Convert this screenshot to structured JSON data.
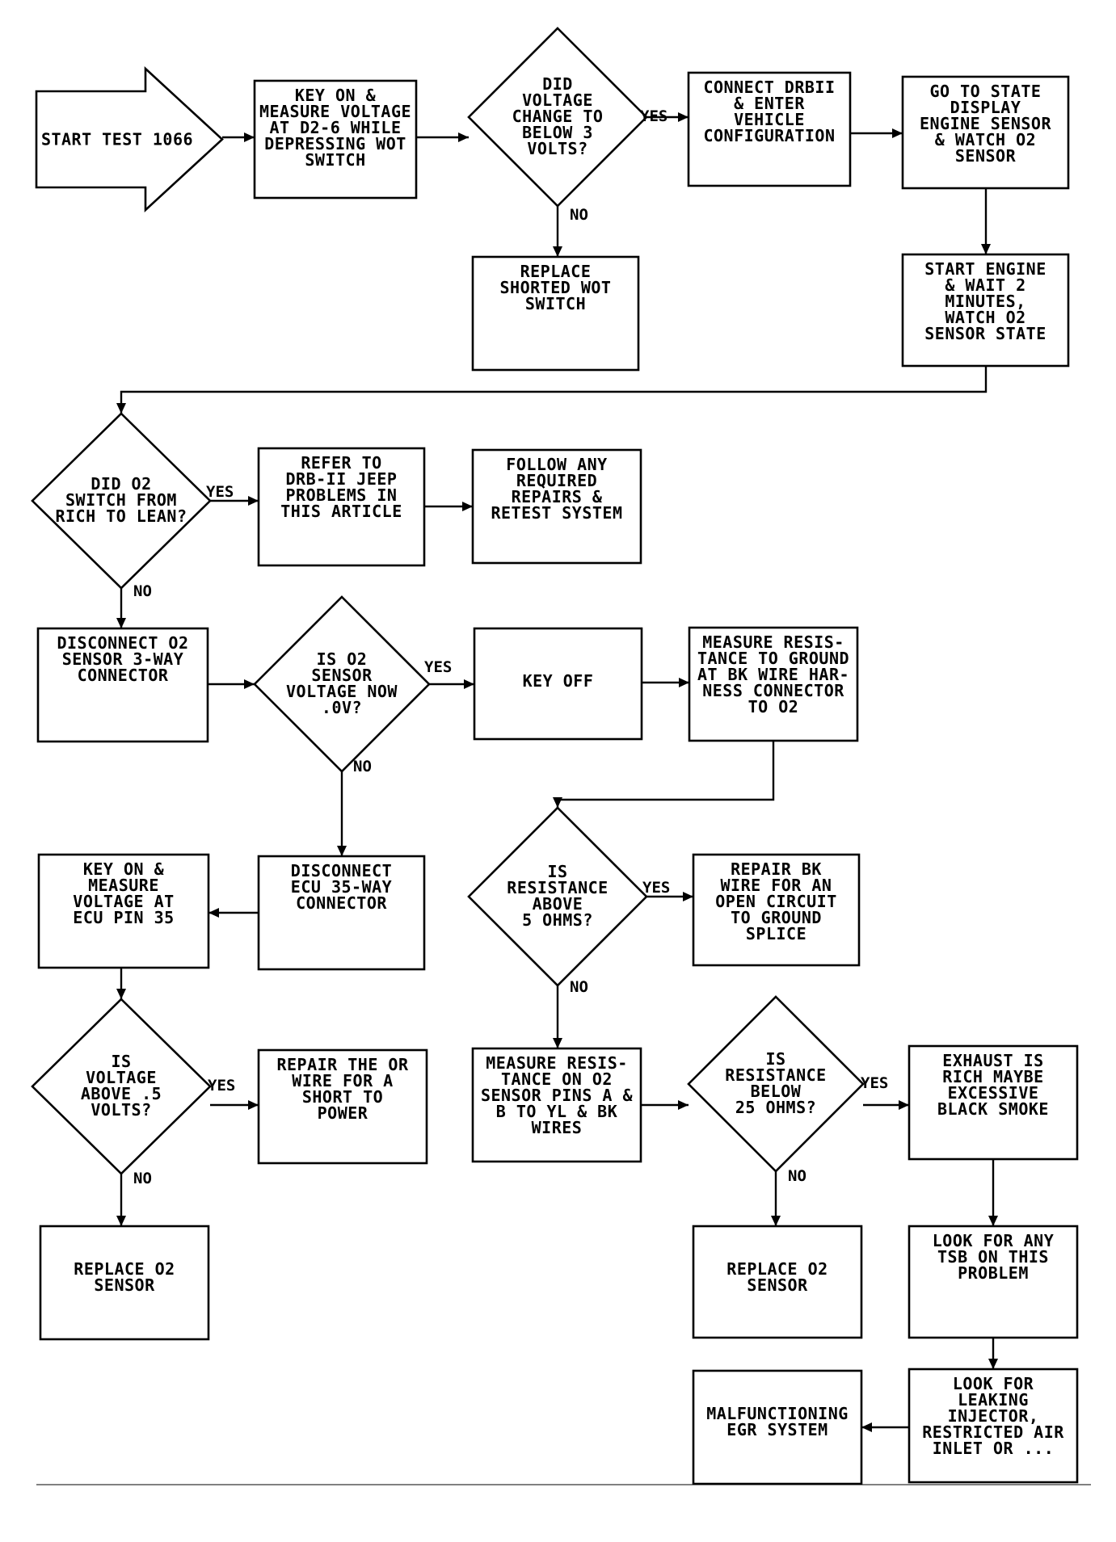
{
  "nodes": {
    "start": [
      "START TEST 1066"
    ],
    "key_on_measure": [
      "KEY ON &",
      "MEASURE VOLTAGE",
      "AT D2-6 WHILE",
      "DEPRESSING WOT",
      "SWITCH"
    ],
    "did_voltage_change": [
      "DID",
      "VOLTAGE",
      "CHANGE TO",
      "BELOW 3",
      "VOLTS?"
    ],
    "connect_drbii": [
      "CONNECT DRBII",
      "& ENTER",
      "VEHICLE",
      "CONFIGURATION"
    ],
    "go_to_state": [
      "GO TO STATE",
      "DISPLAY",
      "ENGINE SENSOR",
      "& WATCH O2",
      "SENSOR"
    ],
    "replace_wot": [
      "REPLACE",
      "SHORTED WOT",
      "SWITCH"
    ],
    "start_engine": [
      "START ENGINE",
      "& WAIT 2",
      "MINUTES,",
      "WATCH O2",
      "SENSOR STATE"
    ],
    "did_o2_switch": [
      "DID O2",
      "SWITCH FROM",
      "RICH TO LEAN?"
    ],
    "refer_drb": [
      "REFER TO",
      "DRB-II JEEP",
      "PROBLEMS IN",
      "THIS ARTICLE"
    ],
    "follow_repairs": [
      "FOLLOW ANY",
      "REQUIRED",
      "REPAIRS &",
      "RETEST SYSTEM"
    ],
    "disconnect_o2": [
      "DISCONNECT O2",
      "SENSOR 3-WAY",
      "CONNECTOR"
    ],
    "is_o2_voltage": [
      "IS O2",
      "SENSOR",
      "VOLTAGE NOW",
      ".0V?"
    ],
    "key_off": [
      "KEY OFF"
    ],
    "measure_res_ground": [
      "MEASURE RESIS-",
      "TANCE TO GROUND",
      "AT BK WIRE HAR-",
      "NESS CONNECTOR",
      "TO O2"
    ],
    "key_on_ecu": [
      "KEY ON &",
      "MEASURE",
      "VOLTAGE AT",
      "ECU PIN 35"
    ],
    "disconnect_ecu": [
      "DISCONNECT",
      "ECU 35-WAY",
      "CONNECTOR"
    ],
    "is_res_above5": [
      "IS",
      "RESISTANCE",
      "ABOVE",
      "5 OHMS?"
    ],
    "repair_bk": [
      "REPAIR BK",
      "WIRE FOR AN",
      "OPEN CIRCUIT",
      "TO GROUND",
      "SPLICE"
    ],
    "is_voltage_above": [
      "IS",
      "VOLTAGE",
      "ABOVE .5",
      "VOLTS?"
    ],
    "repair_or": [
      "REPAIR THE OR",
      "WIRE FOR A",
      "SHORT TO",
      "POWER"
    ],
    "measure_res_o2": [
      "MEASURE RESIS-",
      "TANCE ON O2",
      "SENSOR PINS A &",
      "B TO YL & BK",
      "WIRES"
    ],
    "is_res_below25": [
      "IS",
      "RESISTANCE",
      "BELOW",
      "25 OHMS?"
    ],
    "exhaust_rich": [
      "EXHAUST IS",
      "RICH MAYBE",
      "EXCESSIVE",
      "BLACK SMOKE"
    ],
    "replace_o2_a": [
      "REPLACE O2",
      "SENSOR"
    ],
    "replace_o2_b": [
      "REPLACE O2",
      "SENSOR"
    ],
    "look_tsb": [
      "LOOK FOR ANY",
      "TSB ON THIS",
      "PROBLEM"
    ],
    "malfunction_egr": [
      "MALFUNCTIONING",
      "EGR SYSTEM"
    ],
    "look_leaking": [
      "LOOK FOR",
      "LEAKING",
      "INJECTOR,",
      "RESTRICTED AIR",
      "INLET OR ..."
    ]
  },
  "labels": {
    "yes": "YES",
    "no": "NO"
  }
}
